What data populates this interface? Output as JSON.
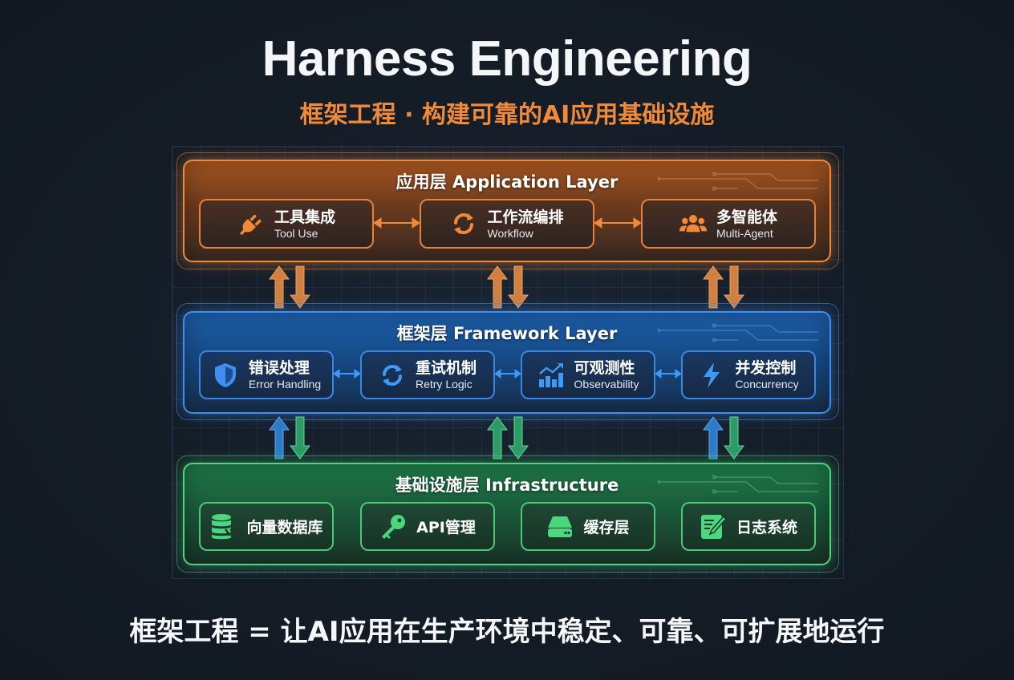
{
  "header": {
    "title": "Harness Engineering",
    "subtitle": "框架工程 · 构建可靠的AI应用基础设施"
  },
  "layers": [
    {
      "id": "application",
      "title": "应用层 Application Layer",
      "color": "#f08a3a",
      "cards": [
        {
          "zh": "工具集成",
          "en": "Tool Use",
          "icon": "plug-icon"
        },
        {
          "zh": "工作流编排",
          "en": "Workflow",
          "icon": "refresh-icon"
        },
        {
          "zh": "多智能体",
          "en": "Multi-Agent",
          "icon": "users-icon"
        }
      ]
    },
    {
      "id": "framework",
      "title": "框架层 Framework Layer",
      "color": "#3f8ef0",
      "cards": [
        {
          "zh": "错误处理",
          "en": "Error Handling",
          "icon": "shield-icon"
        },
        {
          "zh": "重试机制",
          "en": "Retry Logic",
          "icon": "refresh-icon"
        },
        {
          "zh": "可观测性",
          "en": "Observability",
          "icon": "chart-icon"
        },
        {
          "zh": "并发控制",
          "en": "Concurrency",
          "icon": "lightning-icon"
        }
      ]
    },
    {
      "id": "infrastructure",
      "title": "基础设施层 Infrastructure",
      "color": "#4cd67e",
      "cards": [
        {
          "zh": "向量数据库",
          "icon": "database-icon"
        },
        {
          "zh": "API管理",
          "icon": "key-icon"
        },
        {
          "zh": "缓存层",
          "icon": "server-icon"
        },
        {
          "zh": "日志系统",
          "icon": "notepad-icon"
        }
      ]
    }
  ],
  "footer": {
    "text": "框架工程 = 让AI应用在生产环境中稳定、可靠、可扩展地运行"
  }
}
